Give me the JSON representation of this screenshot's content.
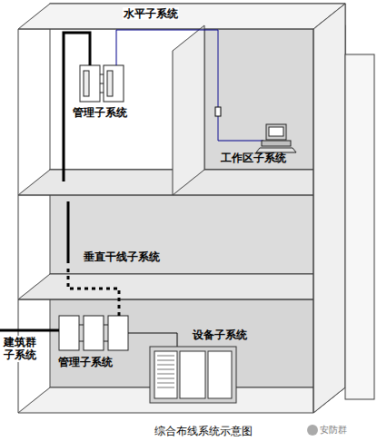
{
  "diagram": {
    "caption": "综合布线系统示意图",
    "labels": [
      "水平子系统",
      "管理子系统",
      "工作区子系统",
      "垂直干线子系统",
      "建筑群 子系统",
      "管理子系统",
      "设备子系统",
      "安防群"
    ]
  }
}
